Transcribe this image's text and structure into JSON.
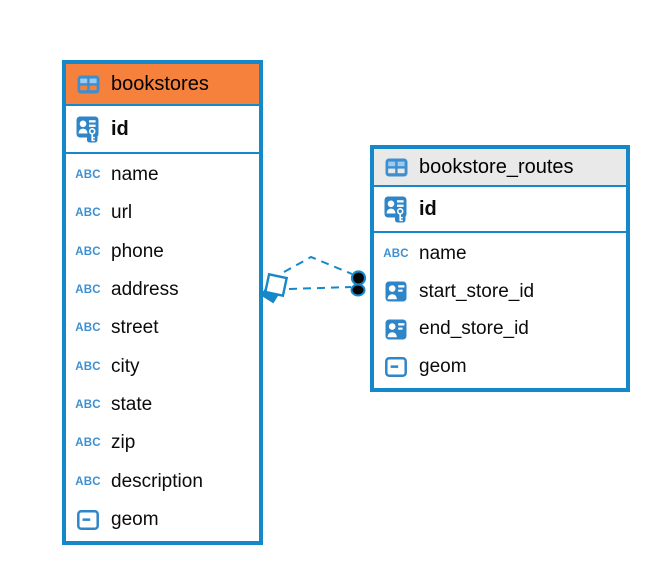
{
  "diagram": {
    "type": "er-diagram",
    "tables": [
      {
        "name": "bookstores",
        "header_color": "#F6813D",
        "columns": [
          {
            "name": "id",
            "icon": "primary-key-icon",
            "key": true
          },
          {
            "name": "name",
            "icon": "text-icon"
          },
          {
            "name": "url",
            "icon": "text-icon"
          },
          {
            "name": "phone",
            "icon": "text-icon"
          },
          {
            "name": "address",
            "icon": "text-icon"
          },
          {
            "name": "street",
            "icon": "text-icon"
          },
          {
            "name": "city",
            "icon": "text-icon"
          },
          {
            "name": "state",
            "icon": "text-icon"
          },
          {
            "name": "zip",
            "icon": "text-icon"
          },
          {
            "name": "description",
            "icon": "text-icon"
          },
          {
            "name": "geom",
            "icon": "geometry-icon"
          }
        ]
      },
      {
        "name": "bookstore_routes",
        "header_color": "#E9E9E9",
        "columns": [
          {
            "name": "id",
            "icon": "primary-key-icon",
            "key": true
          },
          {
            "name": "name",
            "icon": "text-icon"
          },
          {
            "name": "start_store_id",
            "icon": "foreign-key-icon"
          },
          {
            "name": "end_store_id",
            "icon": "foreign-key-icon"
          },
          {
            "name": "geom",
            "icon": "geometry-icon"
          }
        ]
      }
    ],
    "relationship": {
      "from_table": "bookstores",
      "to_table": "bookstore_routes",
      "line_style": "dashed",
      "from_marker": "diamond",
      "to_marker": "double-dot"
    },
    "colors": {
      "table_border": "#1588C9",
      "icon_blue": "#2E86C8",
      "header_orange": "#F6813D",
      "header_gray": "#E9E9E9",
      "connector": "#1588C9",
      "text": "#0B0B0B"
    },
    "icons": {
      "text_label": "ABC"
    }
  }
}
